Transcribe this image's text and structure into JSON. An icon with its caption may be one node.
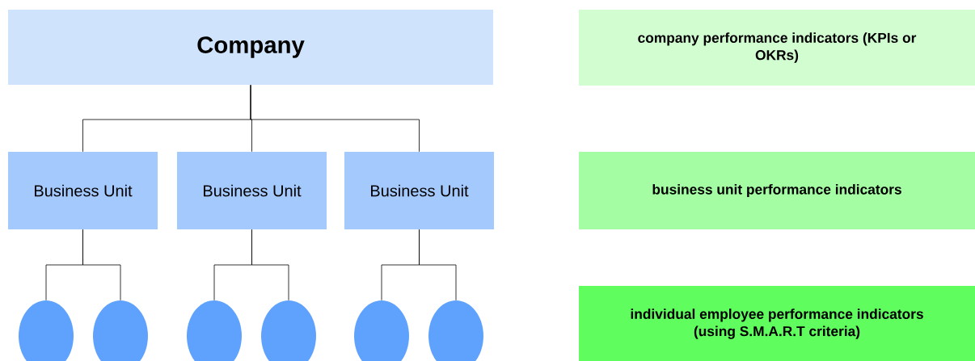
{
  "diagram": {
    "nodes": [
      {
        "text": [
          "Company"
        ]
      },
      {
        "text": [
          "Business Unit"
        ]
      },
      {
        "text": [
          "Business Unit"
        ]
      },
      {
        "text": [
          "Business Unit"
        ]
      },
      {
        "text": [],
        "shape": "circle"
      },
      {
        "text": [],
        "shape": "circle"
      },
      {
        "text": [],
        "shape": "circle"
      },
      {
        "text": [],
        "shape": "circle"
      },
      {
        "text": [],
        "shape": "circle"
      },
      {
        "text": [],
        "shape": "circle"
      },
      {
        "text": [
          "company performance indicators (KPIs or OKRs)"
        ]
      },
      {
        "text": [
          "business unit performance indicators"
        ]
      },
      {
        "text": [
          "individual employee performance indicators (using S.M.A.R.T criteria)"
        ]
      }
    ],
    "edges": [
      {
        "from": 0,
        "to": 1,
        "arrow": "none"
      },
      {
        "from": 0,
        "to": 2,
        "arrow": "none"
      },
      {
        "from": 0,
        "to": 3,
        "arrow": "none"
      },
      {
        "from": 1,
        "to": 4,
        "arrow": "none"
      },
      {
        "from": 1,
        "to": 5,
        "arrow": "none"
      },
      {
        "from": 2,
        "to": 6,
        "arrow": "none"
      },
      {
        "from": 2,
        "to": 7,
        "arrow": "none"
      },
      {
        "from": 3,
        "to": 8,
        "arrow": "none"
      },
      {
        "from": 3,
        "to": 9,
        "arrow": "none"
      }
    ]
  }
}
